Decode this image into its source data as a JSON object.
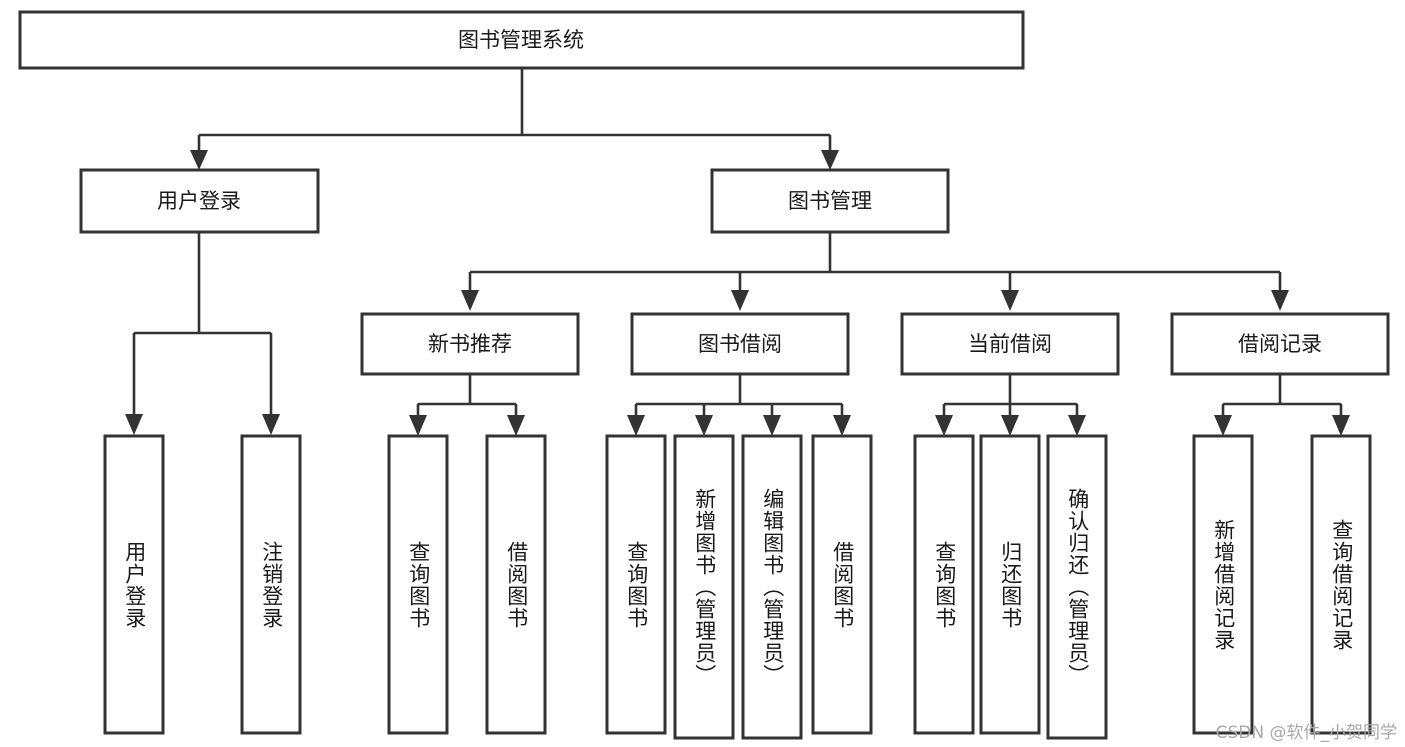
{
  "diagram": {
    "title": "图书管理系统",
    "type": "tree-hierarchy",
    "watermark": "CSDN @软件_小贺同学",
    "colors": {
      "box_border": "#333333",
      "box_fill": "#ffffff",
      "connector": "#333333",
      "text": "#1a1a1a",
      "watermark": "#a8a8a8",
      "background": "#ffffff"
    }
  },
  "root": {
    "label": "图书管理系统"
  },
  "level2": [
    {
      "id": "user-login",
      "label": "用户登录"
    },
    {
      "id": "book-manage",
      "label": "图书管理"
    }
  ],
  "level3": [
    {
      "id": "new-book-rec",
      "label": "新书推荐"
    },
    {
      "id": "book-borrow",
      "label": "图书借阅"
    },
    {
      "id": "current-borrow",
      "label": "当前借阅"
    },
    {
      "id": "borrow-record",
      "label": "借阅记录"
    }
  ],
  "leaves": {
    "user_login": [
      {
        "id": "leaf-user-login",
        "label": "用户登录"
      },
      {
        "id": "leaf-logout",
        "label": "注销登录"
      }
    ],
    "new_book_rec": [
      {
        "id": "leaf-query-book-1",
        "label": "查询图书"
      },
      {
        "id": "leaf-borrow-book-1",
        "label": "借阅图书"
      }
    ],
    "book_borrow": [
      {
        "id": "leaf-query-book-2",
        "label": "查询图书"
      },
      {
        "id": "leaf-add-book",
        "label": "新增图书（管理员）"
      },
      {
        "id": "leaf-edit-book",
        "label": "编辑图书（管理员）"
      },
      {
        "id": "leaf-borrow-book-2",
        "label": "借阅图书"
      }
    ],
    "current_borrow": [
      {
        "id": "leaf-query-book-3",
        "label": "查询图书"
      },
      {
        "id": "leaf-return-book",
        "label": "归还图书"
      },
      {
        "id": "leaf-confirm-return",
        "label": "确认归还（管理员）"
      }
    ],
    "borrow_record": [
      {
        "id": "leaf-add-record",
        "label": "新增借阅记录"
      },
      {
        "id": "leaf-query-record",
        "label": "查询借阅记录"
      }
    ]
  }
}
